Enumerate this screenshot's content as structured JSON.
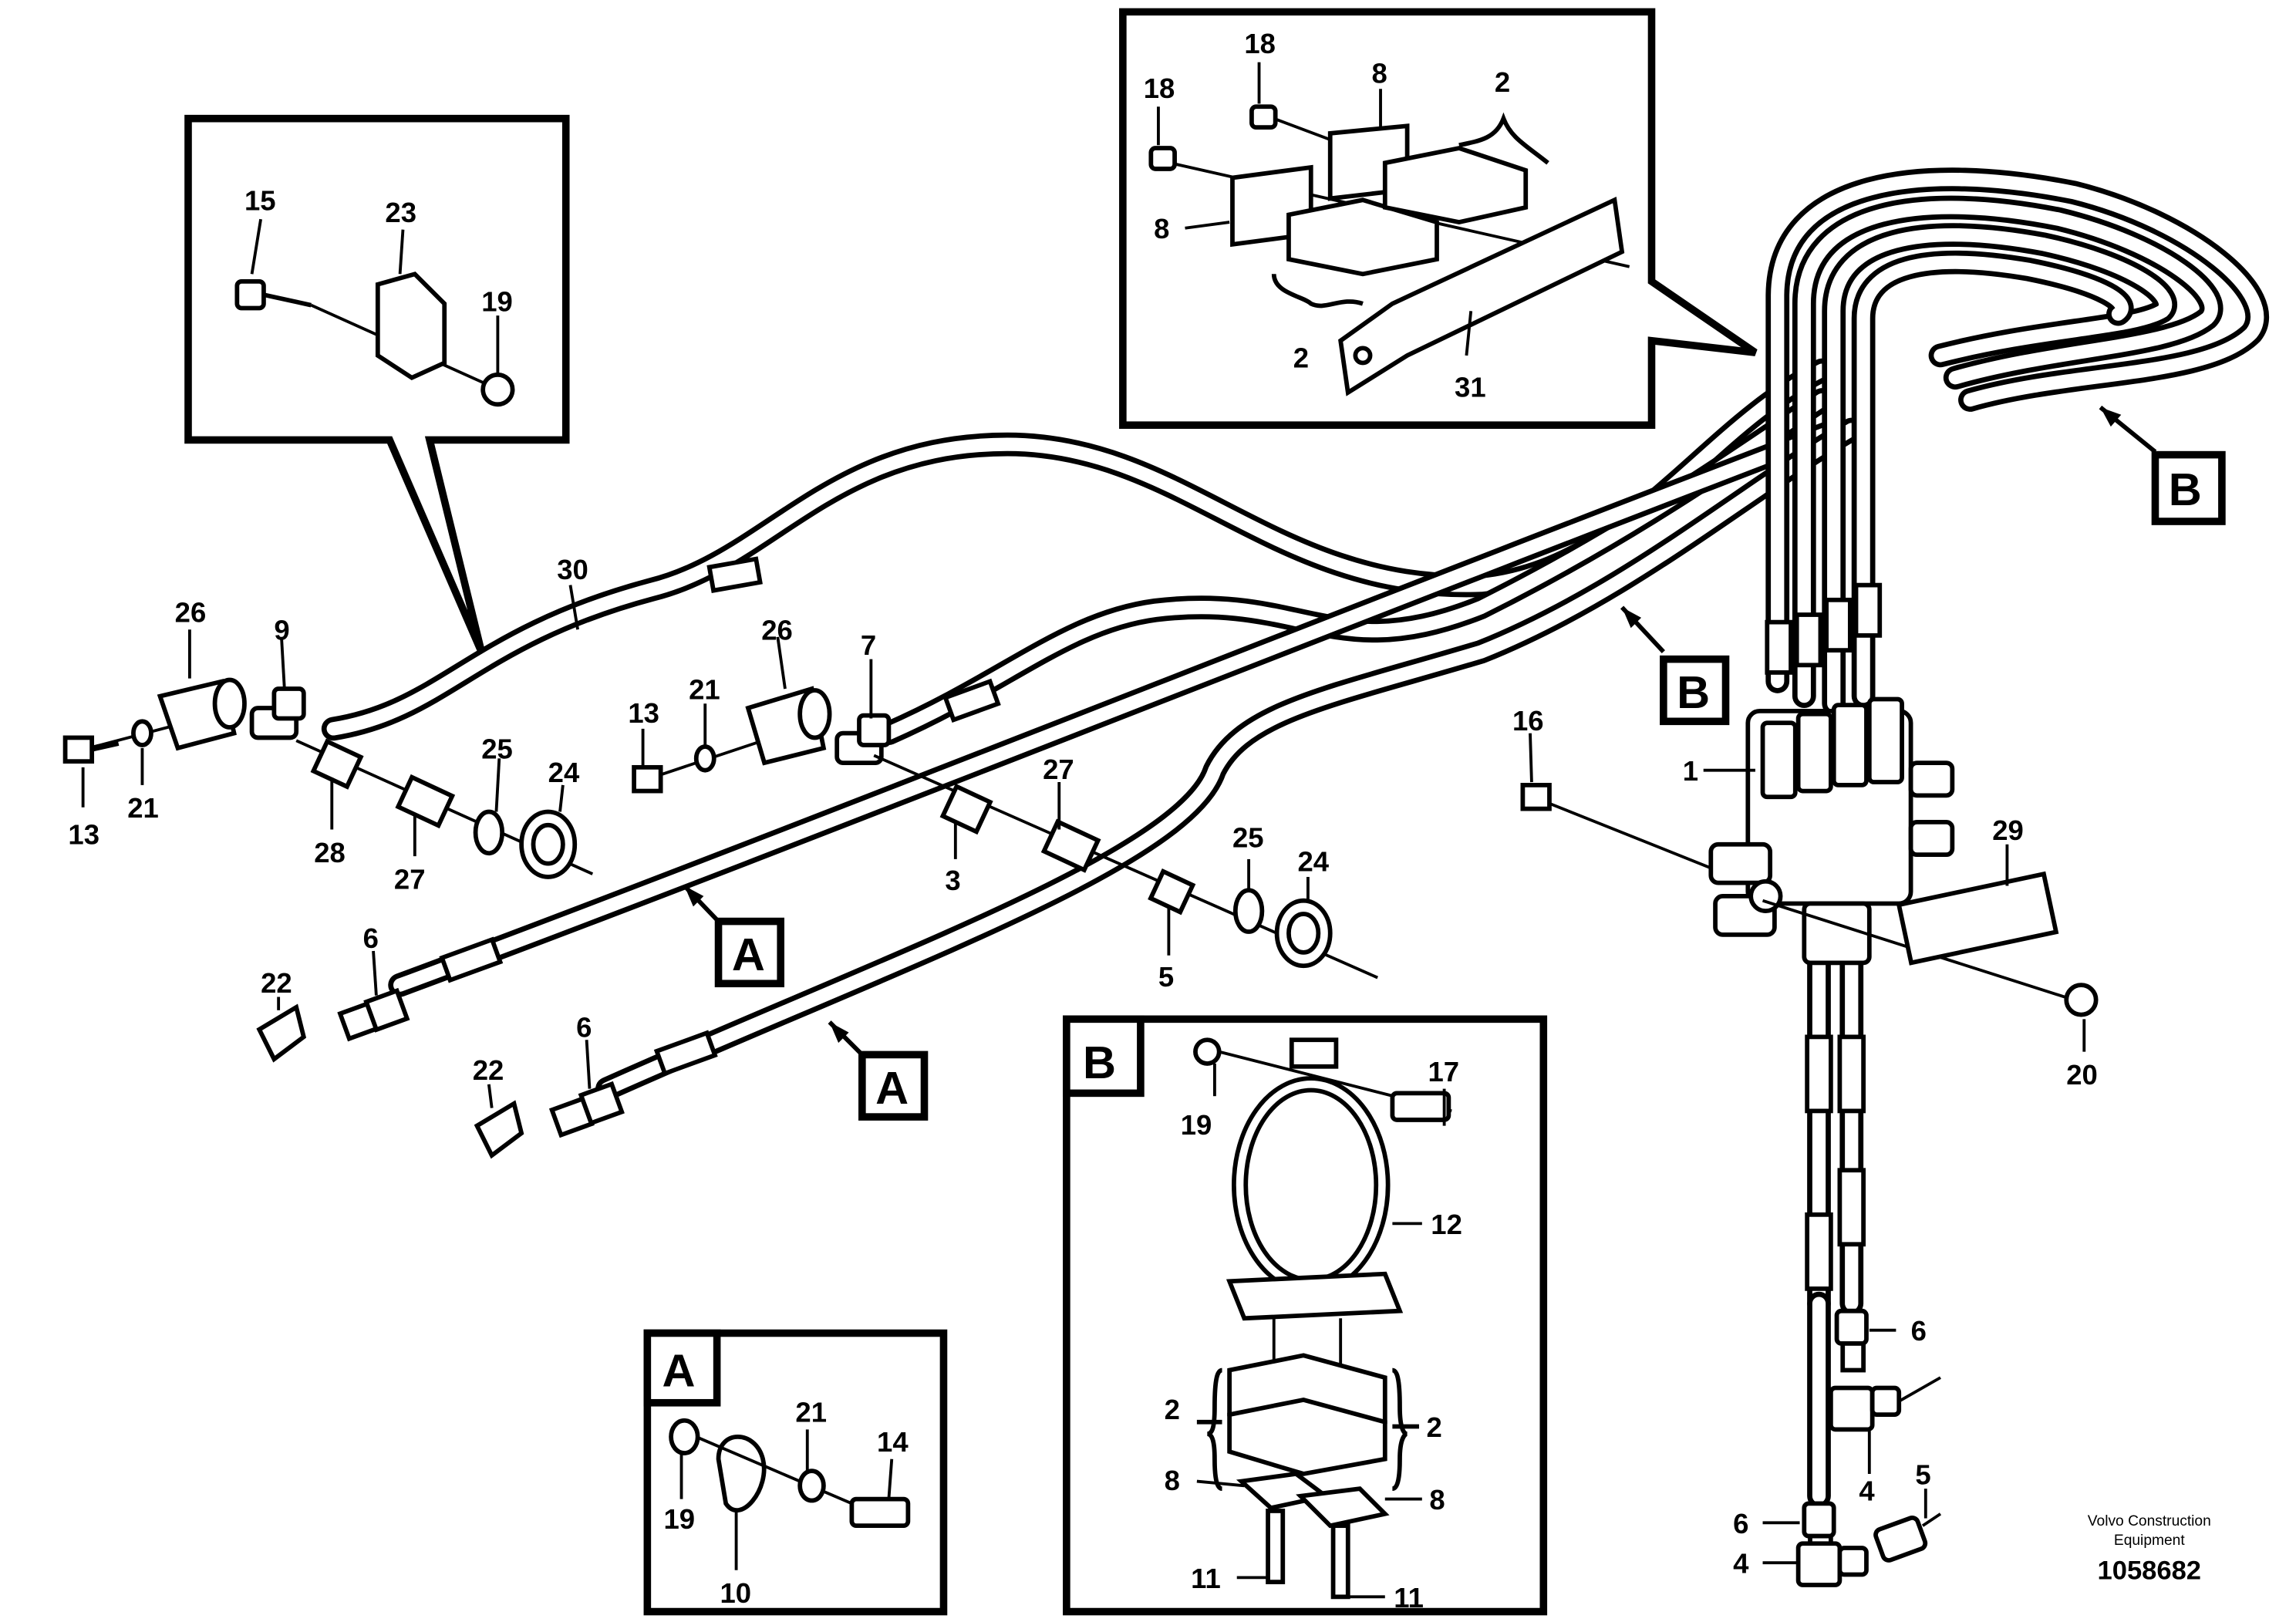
{
  "part_labels": {
    "p30": "30",
    "p26a": "26",
    "p9": "9",
    "p13a": "13",
    "p21a": "21",
    "p28": "28",
    "p27a": "27",
    "p25a": "25",
    "p24a": "24",
    "p26b": "26",
    "p7": "7",
    "p13b": "13",
    "p21b": "21",
    "p27b": "27",
    "p3": "3",
    "p25b": "25",
    "p24b": "24",
    "p5a": "5",
    "p6a": "6",
    "p22a": "22",
    "p6b": "6",
    "p22b": "22",
    "p16": "16",
    "p1": "1",
    "p29": "29",
    "p20": "20",
    "p6c": "6",
    "p4a": "4",
    "p6d": "6",
    "p5b": "5",
    "p4b": "4"
  },
  "detail_top_left": {
    "p15": "15",
    "p23": "23",
    "p19": "19"
  },
  "detail_top_center": {
    "p18a": "18",
    "p18b": "18",
    "p8a": "8",
    "p8b": "8",
    "p2a": "2",
    "p2b": "2",
    "p31": "31"
  },
  "detail_b": {
    "title": "B",
    "p19": "19",
    "p17": "17",
    "p12": "12",
    "p2a": "2",
    "p2b": "2",
    "p8a": "8",
    "p8b": "8",
    "p11a": "11",
    "p11b": "11"
  },
  "detail_a": {
    "title": "A",
    "p21": "21",
    "p14": "14",
    "p19": "19",
    "p10": "10"
  },
  "callouts": {
    "a1": "A",
    "a2": "A",
    "b1": "B",
    "b2": "B"
  },
  "footer": {
    "company_line1": "Volvo Construction",
    "company_line2": "Equipment",
    "drawing_number": "1058682"
  }
}
